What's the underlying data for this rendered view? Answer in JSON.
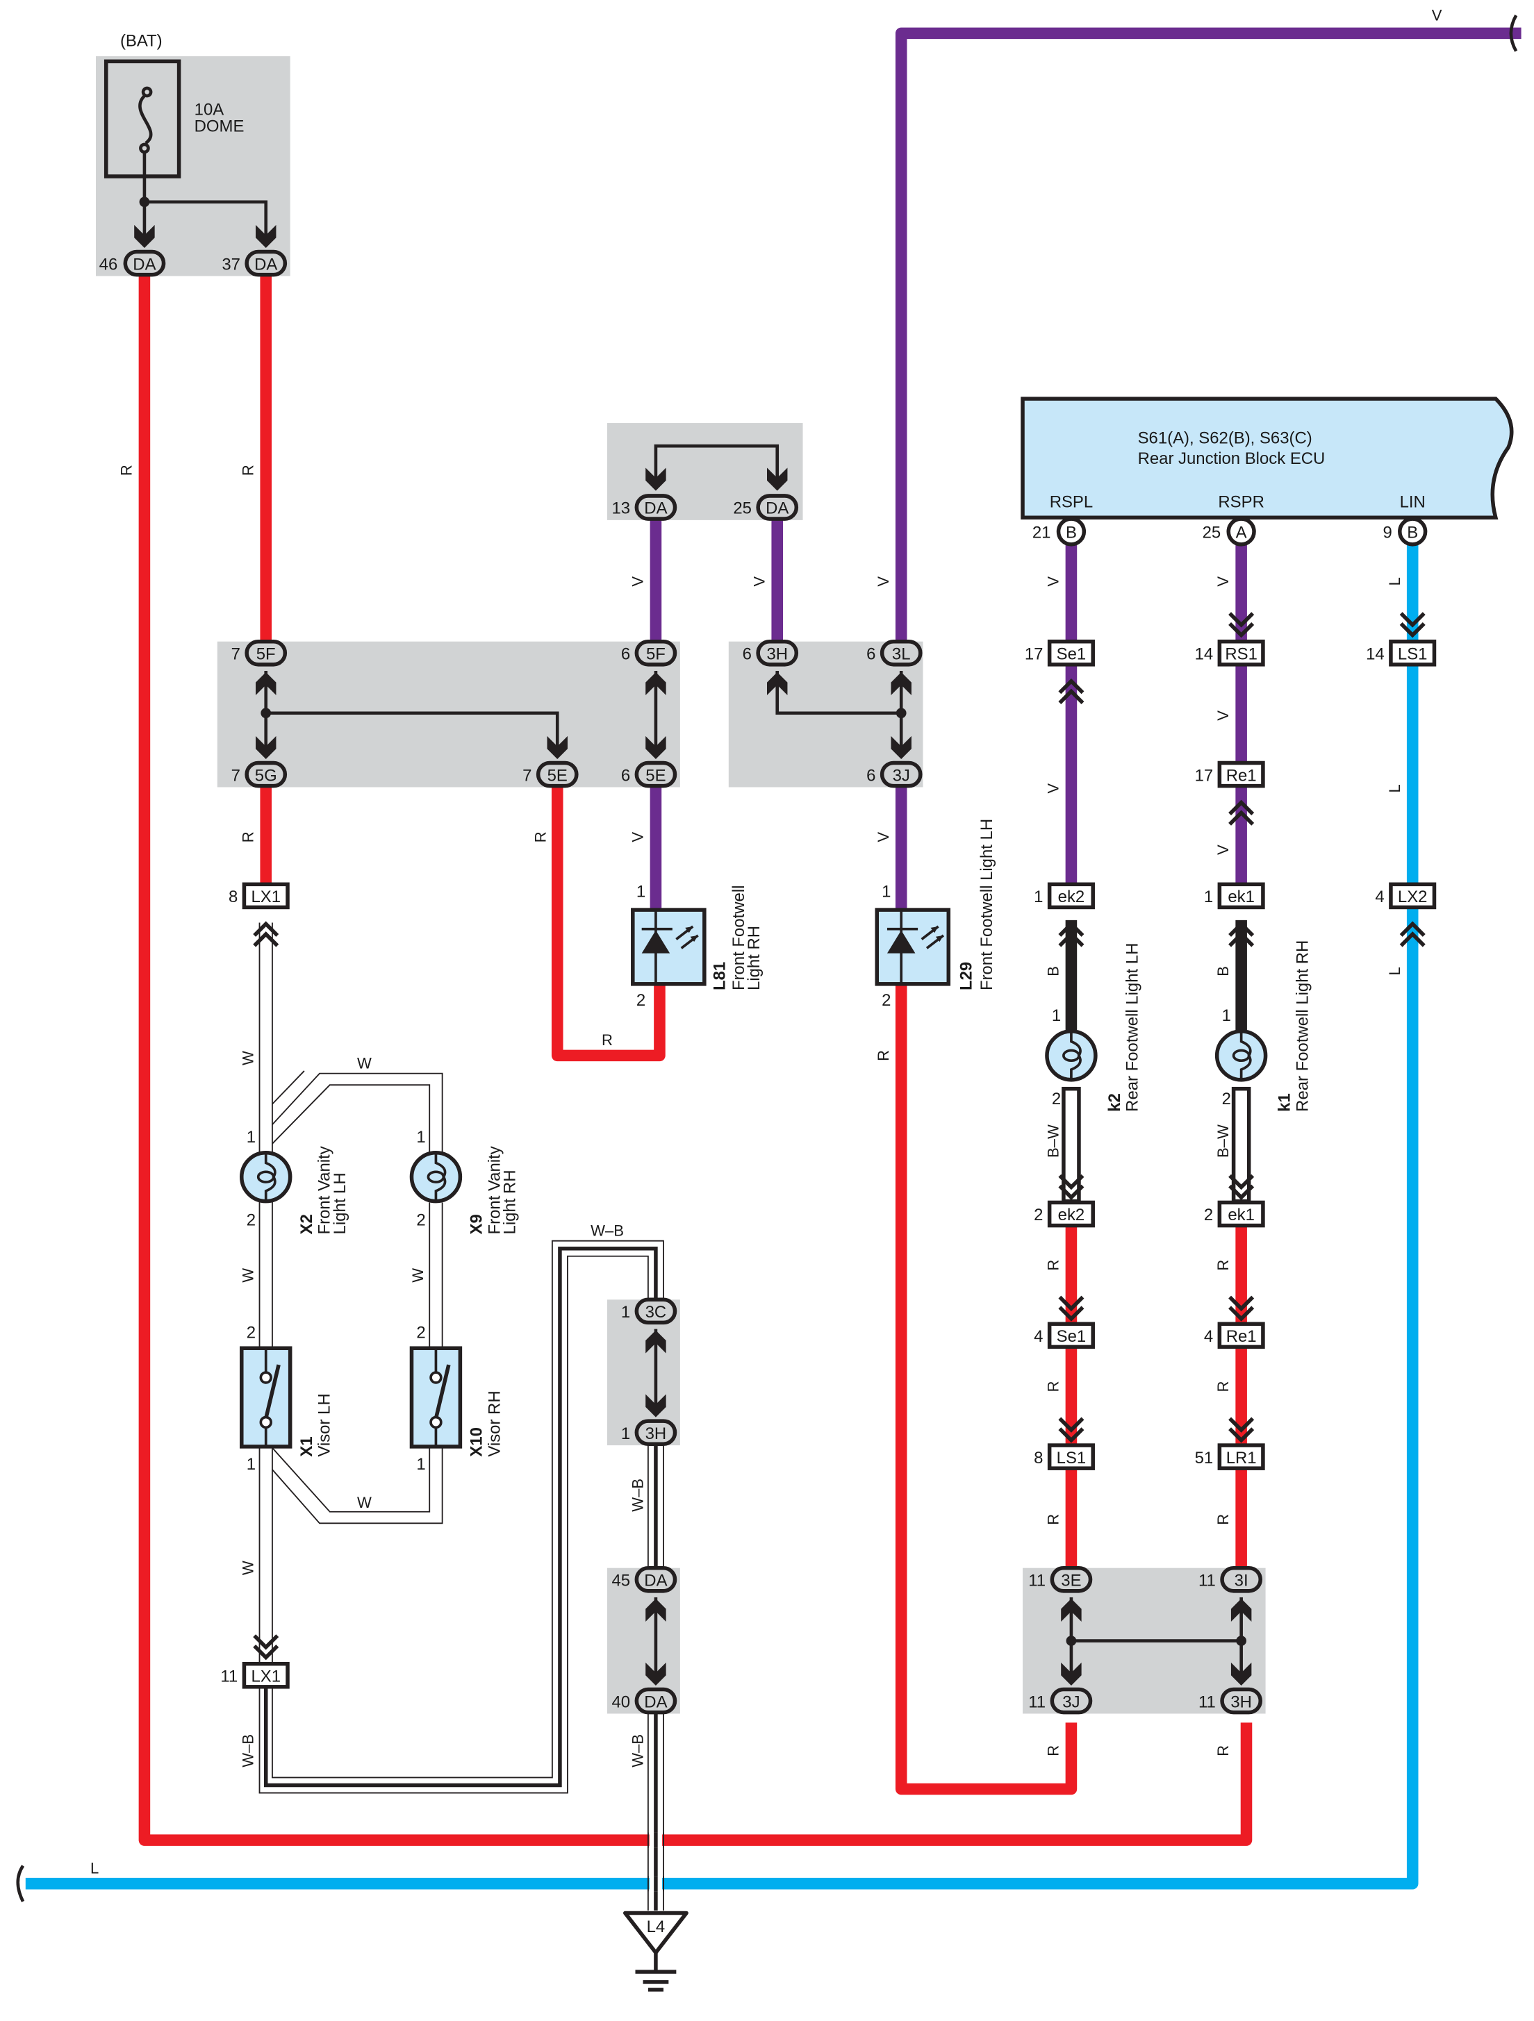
{
  "colors": {
    "red": "#ed1c24",
    "violet": "#6b2c8f",
    "blue": "#00aeef",
    "black": "#231f20",
    "junction_gray": "#d1d3d4",
    "component_fill": "#c7e7f9"
  },
  "power": {
    "source": "(BAT)",
    "fuse_amp": "10A",
    "fuse_name": "DOME"
  },
  "ecu": {
    "code": "S61(A), S62(B), S63(C)",
    "name": "Rear Junction Block ECU",
    "terminals": [
      {
        "label": "RSPL",
        "pin": "21",
        "conn": "B"
      },
      {
        "label": "RSPR",
        "pin": "25",
        "conn": "A"
      },
      {
        "label": "LIN",
        "pin": "9",
        "conn": "B"
      }
    ]
  },
  "junction_connectors": {
    "bat_46": {
      "pin": "46",
      "conn": "DA"
    },
    "bat_37": {
      "pin": "37",
      "conn": "DA"
    },
    "da13": {
      "pin": "13",
      "conn": "DA"
    },
    "da25": {
      "pin": "25",
      "conn": "DA"
    },
    "f5_left": {
      "pin": "7",
      "conn": "5F"
    },
    "f5_right": {
      "pin": "6",
      "conn": "5F"
    },
    "g5": {
      "pin": "7",
      "conn": "5G"
    },
    "e5_mid": {
      "pin": "7",
      "conn": "5E"
    },
    "e5_right": {
      "pin": "6",
      "conn": "5E"
    },
    "h3_top": {
      "pin": "6",
      "conn": "3H"
    },
    "l3": {
      "pin": "6",
      "conn": "3L"
    },
    "j3_top": {
      "pin": "6",
      "conn": "3J"
    },
    "c3": {
      "pin": "1",
      "conn": "3C"
    },
    "h3_gnd": {
      "pin": "1",
      "conn": "3H"
    },
    "da45": {
      "pin": "45",
      "conn": "DA"
    },
    "da40": {
      "pin": "40",
      "conn": "DA"
    },
    "e3": {
      "pin": "11",
      "conn": "3E"
    },
    "i3": {
      "pin": "11",
      "conn": "3I"
    },
    "j3_bot": {
      "pin": "11",
      "conn": "3J"
    },
    "h3_bot": {
      "pin": "11",
      "conn": "3H"
    }
  },
  "inline_connectors": {
    "lx1_top": {
      "pin": "8",
      "conn": "LX1"
    },
    "lx1_bot": {
      "pin": "11",
      "conn": "LX1"
    },
    "lx2": {
      "pin": "4",
      "conn": "LX2"
    },
    "se1_top": {
      "pin": "17",
      "conn": "Se1"
    },
    "rs1": {
      "pin": "14",
      "conn": "RS1"
    },
    "ls1_top": {
      "pin": "14",
      "conn": "LS1"
    },
    "re1_top": {
      "pin": "17",
      "conn": "Re1"
    },
    "ek2_top": {
      "pin": "1",
      "conn": "ek2"
    },
    "ek1_top": {
      "pin": "1",
      "conn": "ek1"
    },
    "ek2_bot": {
      "pin": "2",
      "conn": "ek2"
    },
    "ek1_bot": {
      "pin": "2",
      "conn": "ek1"
    },
    "se1_bot": {
      "pin": "4",
      "conn": "Se1"
    },
    "re1_bot": {
      "pin": "4",
      "conn": "Re1"
    },
    "ls1_bot": {
      "pin": "8",
      "conn": "LS1"
    },
    "lr1": {
      "pin": "51",
      "conn": "LR1"
    }
  },
  "components": {
    "l81": {
      "code": "L81",
      "line1": "Front Footwell",
      "line2": "Light RH",
      "pin1": "1",
      "pin2": "2"
    },
    "l29": {
      "code": "L29",
      "line1": "Front Footwell Light LH",
      "pin1": "1",
      "pin2": "2"
    },
    "x2": {
      "code": "X2",
      "line1": "Front Vanity",
      "line2": "Light LH",
      "pin1": "1",
      "pin2": "2"
    },
    "x9": {
      "code": "X9",
      "line1": "Front Vanity",
      "line2": "Light RH",
      "pin1": "1",
      "pin2": "2"
    },
    "x1": {
      "code": "X1",
      "line1": "Visor LH",
      "pin1": "2",
      "pin2": "1"
    },
    "x10": {
      "code": "X10",
      "line1": "Visor RH",
      "pin1": "2",
      "pin2": "1"
    },
    "k2": {
      "code": "k2",
      "line1": "Rear Footwell Light LH",
      "pin1": "1",
      "pin2": "2"
    },
    "k1": {
      "code": "k1",
      "line1": "Rear Footwell Light RH",
      "pin1": "1",
      "pin2": "2"
    },
    "l4": {
      "code": "L4"
    }
  },
  "wire_colors": {
    "R": "R",
    "V": "V",
    "L": "L",
    "W": "W",
    "B": "B",
    "BW": "B–W",
    "WB": "W–B"
  }
}
